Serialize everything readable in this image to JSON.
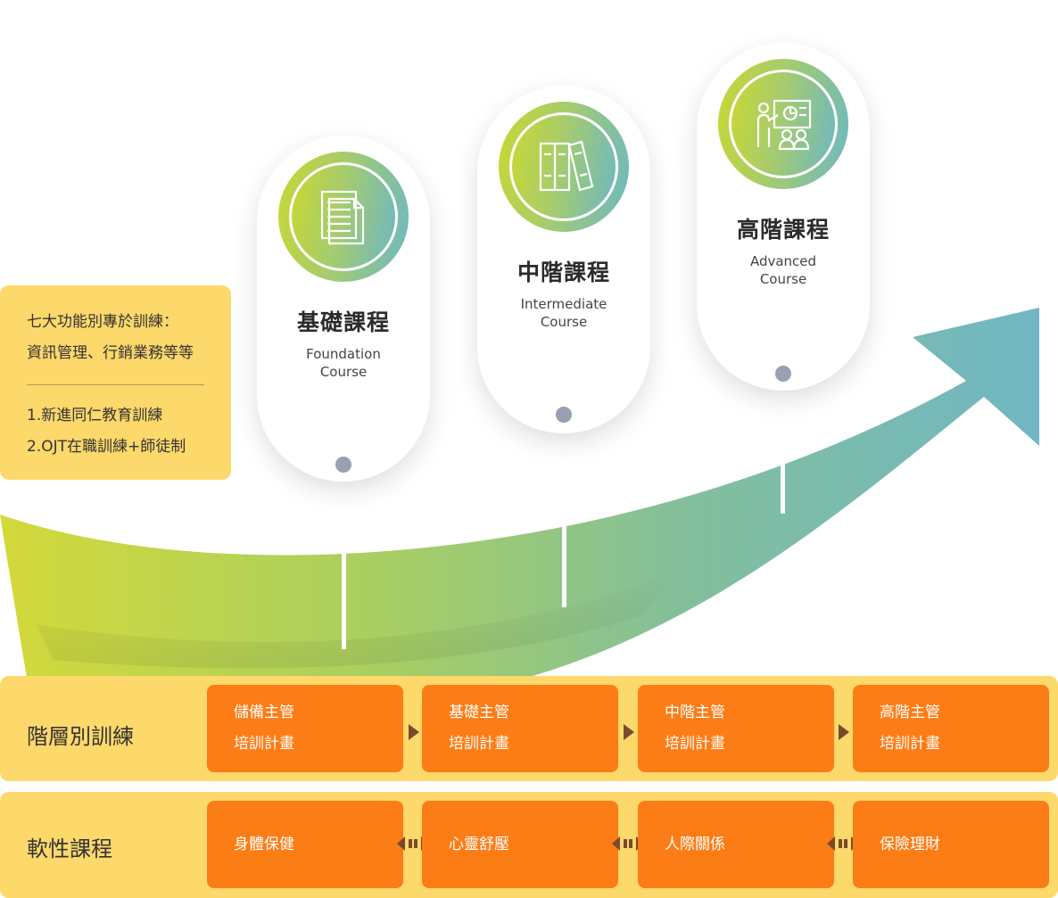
{
  "courses": [
    {
      "title": "基礎課程",
      "sub_line1": "Foundation",
      "sub_line2": "Course",
      "icon": "document-icon"
    },
    {
      "title": "中階課程",
      "sub_line1": "Intermediate",
      "sub_line2": "Course",
      "icon": "binders-icon"
    },
    {
      "title": "高階課程",
      "sub_line1": "Advanced",
      "sub_line2": "Course",
      "icon": "presentation-icon"
    }
  ],
  "note": {
    "line1": "七大功能別專於訓練：",
    "line2": "資訊管理、行銷業務等等",
    "line3": "1.新進同仁教育訓練",
    "line4": "2.OJT在職訓練+師徒制"
  },
  "tier_row": {
    "label": "階層別訓練",
    "items": [
      {
        "line1": "儲備主管",
        "line2": "培訓計畫"
      },
      {
        "line1": "基礎主管",
        "line2": "培訓計畫"
      },
      {
        "line1": "中階主管",
        "line2": "培訓計畫"
      },
      {
        "line1": "高階主管",
        "line2": "培訓計畫"
      }
    ]
  },
  "soft_row": {
    "label": "軟性課程",
    "items": [
      "身體保健",
      "心靈舒壓",
      "人際關係",
      "保險理財"
    ]
  },
  "colors": {
    "note_bg": "#fdd86b",
    "tile_bg": "#fc7c16",
    "gradient_start": "#c9d833",
    "gradient_end": "#6db8c3"
  }
}
